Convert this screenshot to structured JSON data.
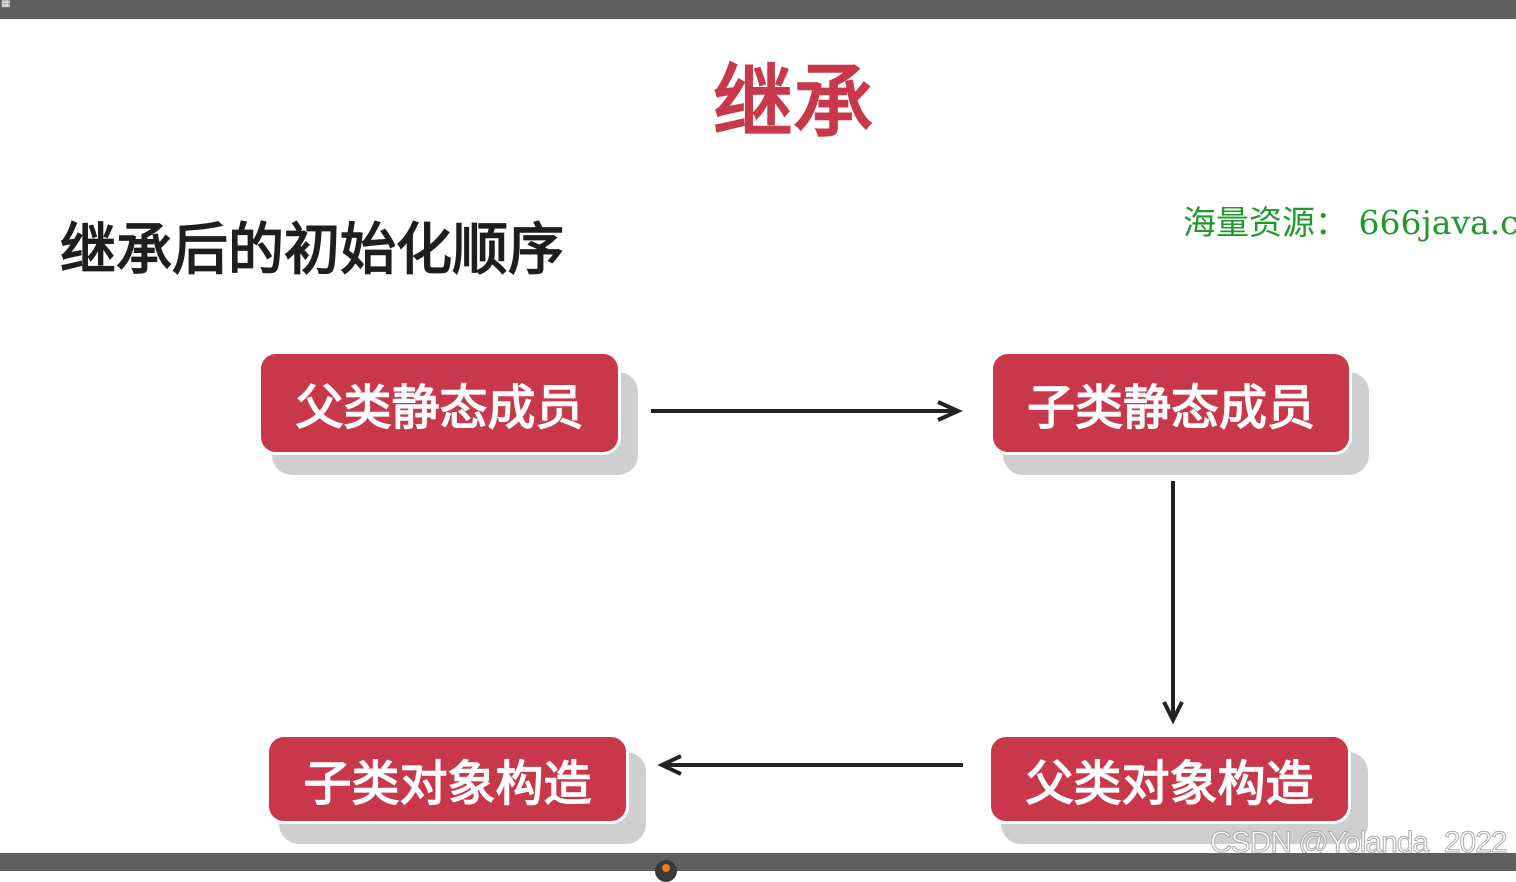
{
  "window": {
    "icon": "grid-icon"
  },
  "slide": {
    "title": "继承",
    "subtitle": "继承后的初始化顺序",
    "resource_note": "海量资源： 666java.c",
    "steps": [
      "父类静态成员",
      "子类静态成员",
      "父类对象构造",
      "子类对象构造"
    ],
    "accent_color": "#c8384a"
  },
  "watermark": "CSDN @Yolanda_2022"
}
